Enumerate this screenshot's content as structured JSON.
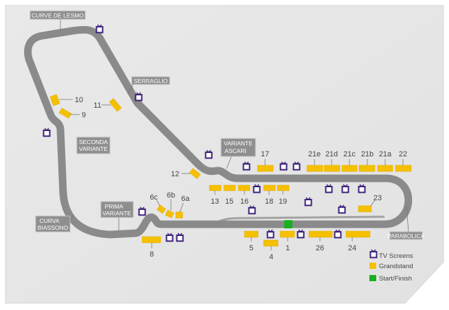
{
  "colors": {
    "track": "#8c8c8c",
    "grandstand": "#f5c000",
    "tv": "#3b1f78",
    "start_finish": "#18b01e",
    "background": "#e8e8e8"
  },
  "corners": {
    "curve_de_lesmo": "CURVE DE LESMO",
    "serraglio": "SERRAGLIO",
    "seconda_variante": [
      "SECONDA",
      "VARIANTE"
    ],
    "variante_ascari": [
      "VARIANTE",
      "ASCARI"
    ],
    "prima_variante": [
      "PRIMA",
      "VARIANTE"
    ],
    "curva_biassono": [
      "CURVA",
      "BIASSONO"
    ],
    "parabolica": "PARABOLICA"
  },
  "grandstands": {
    "g1": "1",
    "g4": "4",
    "g5": "5",
    "g6a": "6a",
    "g6b": "6b",
    "g6c": "6c",
    "g8": "8",
    "g9": "9",
    "g10": "10",
    "g11": "11",
    "g12": "12",
    "g13": "13",
    "g15": "15",
    "g16": "16",
    "g17": "17",
    "g18": "18",
    "g19": "19",
    "g21a": "21a",
    "g21b": "21b",
    "g21c": "21c",
    "g21d": "21d",
    "g21e": "21e",
    "g22": "22",
    "g23": "23",
    "g24": "24",
    "g26": "26"
  },
  "legend": {
    "tv": "TV Screens",
    "grandstand": "Grandstand",
    "start_finish": "Start/Finish"
  }
}
